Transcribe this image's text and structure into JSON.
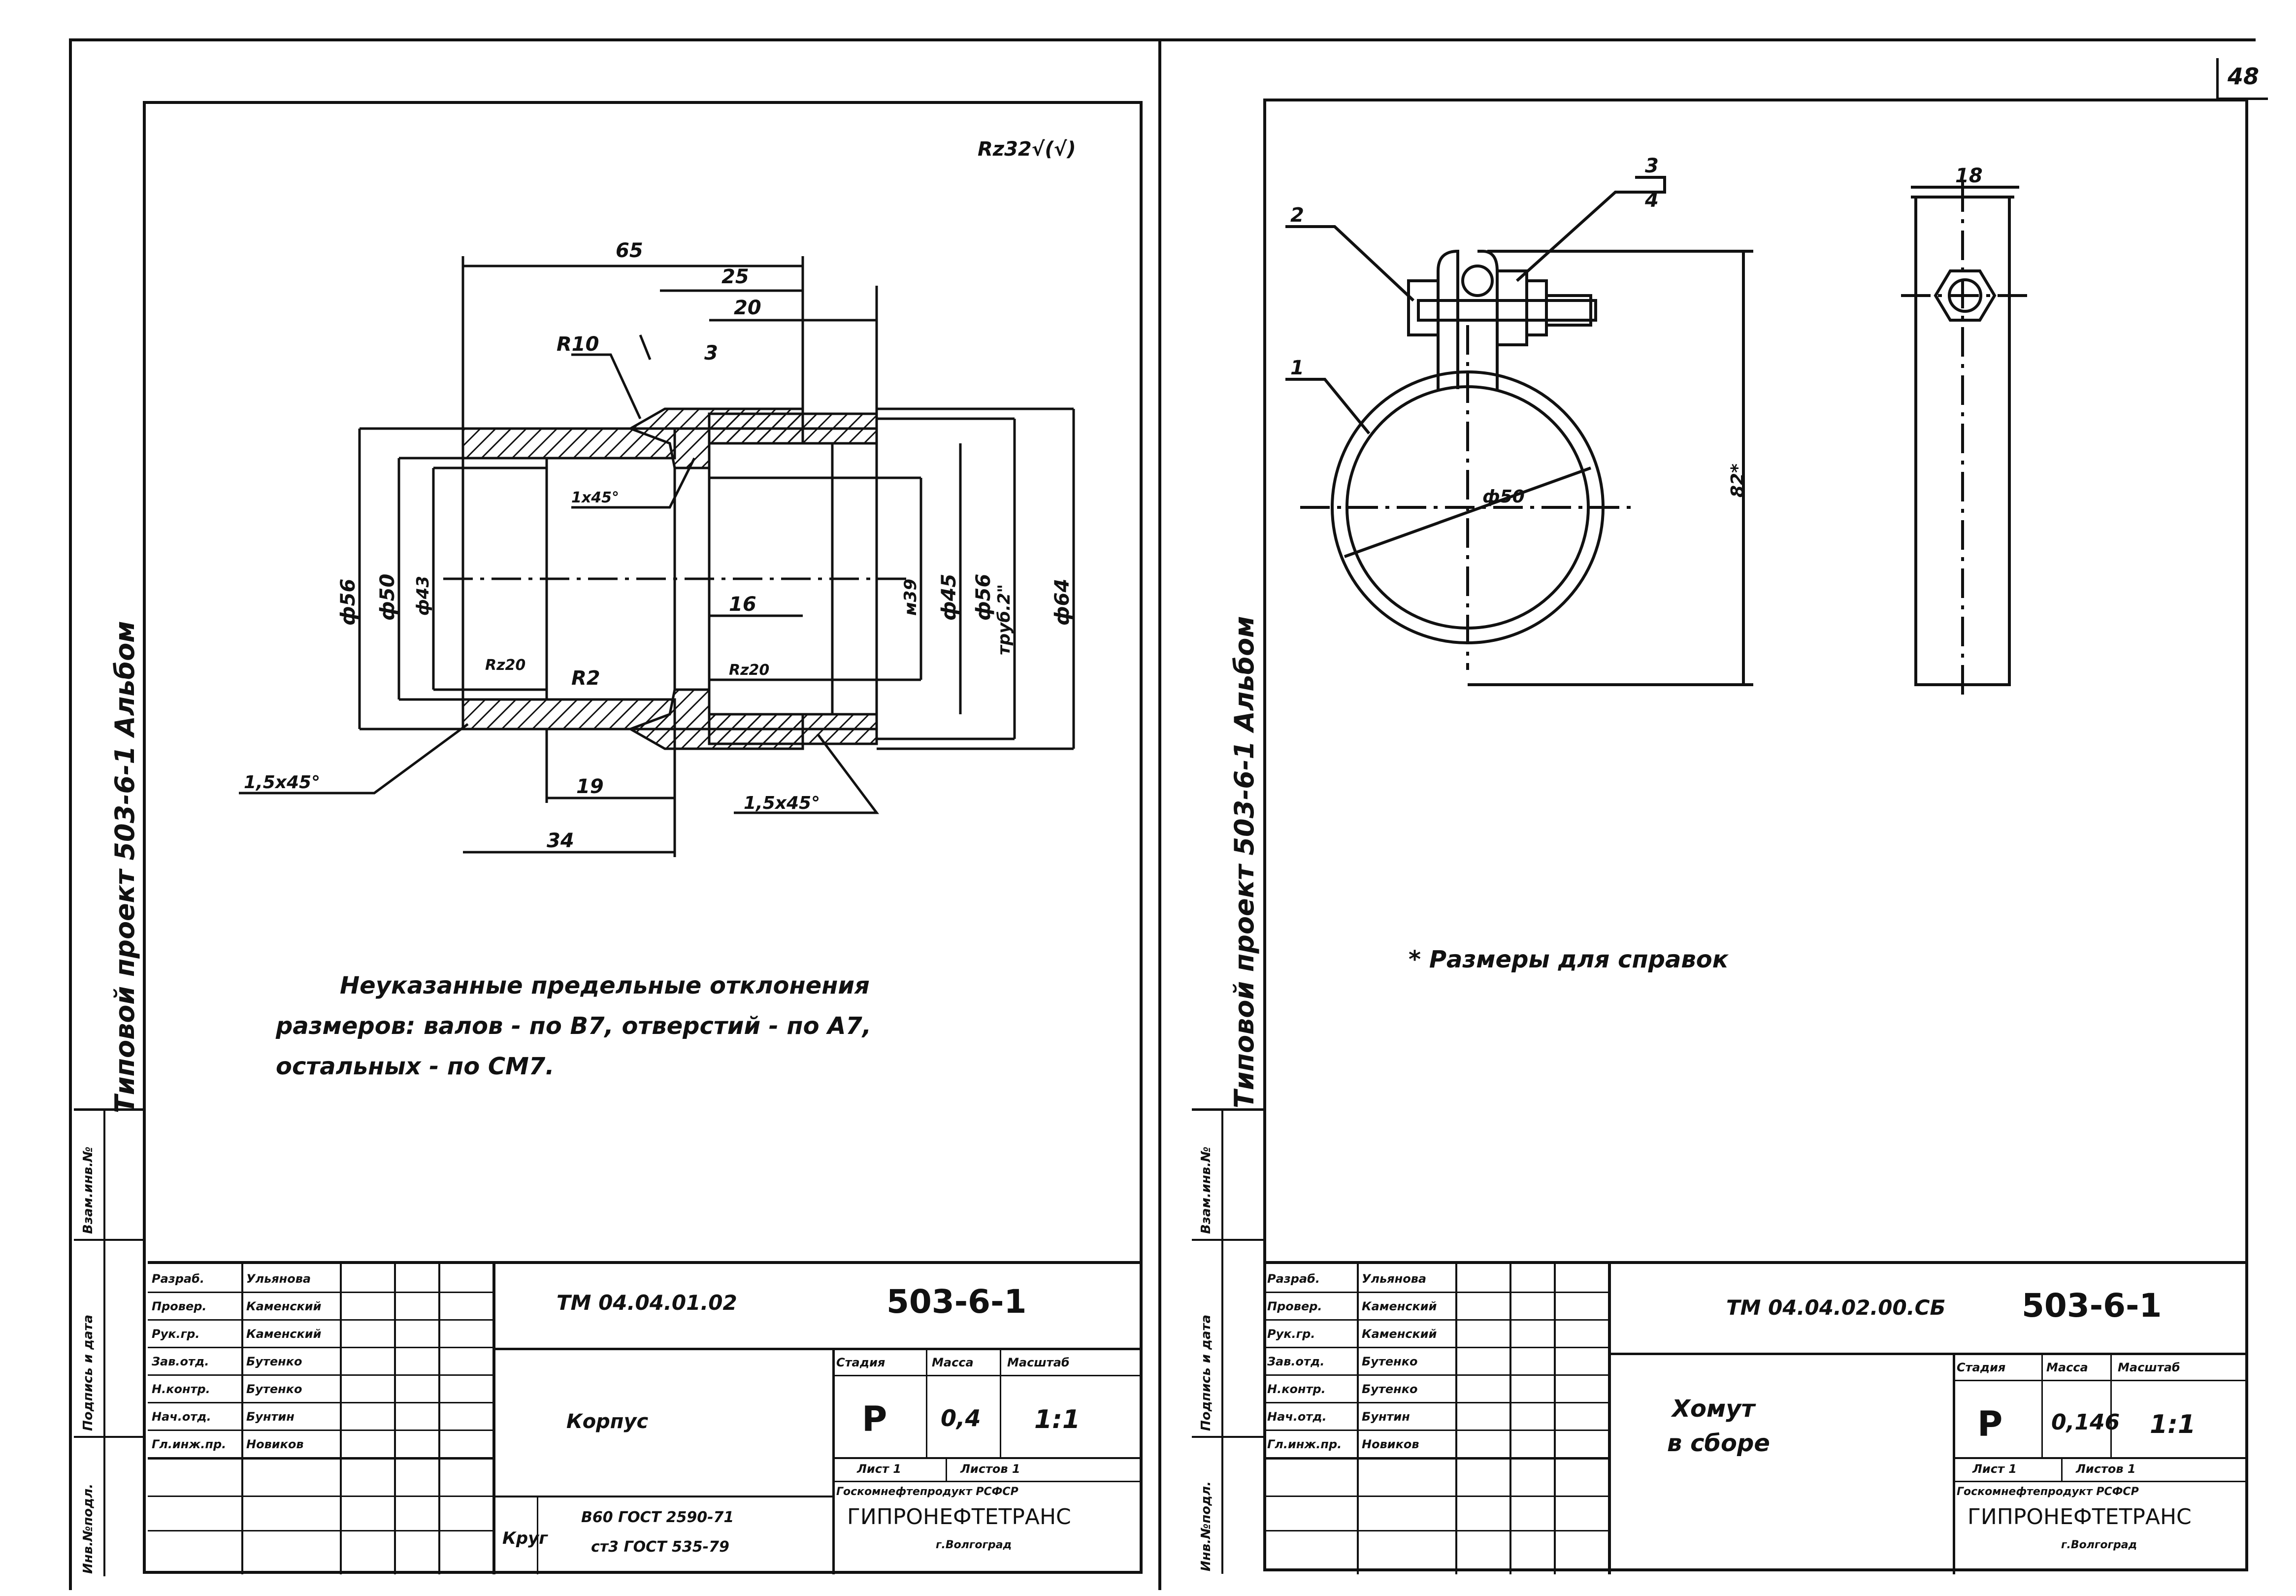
{
  "page_number": "48",
  "left_sheet": {
    "side_label": "Типовой проект 503-6-1 Альбом",
    "stamp_labels": [
      "Взам.инв.№",
      "Подпись и дата",
      "Инв.№подл."
    ],
    "roughness": "Rz32",
    "dimensions": {
      "d65": "65",
      "d25": "25",
      "d20": "20",
      "d3": "3",
      "r10": "R10",
      "chamfer1": "1х45°",
      "phi56a": "ф56",
      "phi50": "ф50",
      "phi43": "ф43",
      "m39": "м39",
      "phi45": "ф45",
      "phi56b": "ф56",
      "thread": "труб.2\"",
      "phi64": "ф64",
      "d16": "16",
      "rz20a": "Rz20",
      "r2": "R2",
      "rz20b": "Rz20",
      "chamfer15a": "1,5х45°",
      "chamfer15b": "1,5х45°",
      "d19": "19",
      "d34": "34"
    },
    "note_lines": [
      "Неуказанные предельные отклонения",
      "размеров: валов - по В7, отверстий - по А7,",
      "остальных - по СМ7."
    ],
    "title_block": {
      "roles": [
        "Разраб.",
        "Провер.",
        "Рук.гр.",
        "Зав.отд.",
        "Н.контр.",
        "Нач.отд.",
        "Гл.инж.пр."
      ],
      "names": [
        "Ульянова",
        "Каменский",
        "Каменский",
        "Бутенко",
        "Бутенко",
        "Бунтин",
        "Новиков"
      ],
      "doc_code": "ТМ 04.04.01.02",
      "project": "503-6-1",
      "part_name": "Корпус",
      "stage_label": "Стадия",
      "mass_label": "Масса",
      "scale_label": "Масштаб",
      "stage": "Р",
      "mass": "0,4",
      "scale": "1:1",
      "sheet": "Лист 1",
      "sheets": "Листов 1",
      "material_label": "Круг",
      "material_line1": "В60 ГОСТ 2590-71",
      "material_line2": "ст3 ГОСТ 535-79",
      "org_line1": "Госкомнефтепродукт РСФСР",
      "org_line2": "ГИПРОНЕФТЕТРАНС",
      "org_line3": "г.Волгоград"
    }
  },
  "right_sheet": {
    "side_label": "Типовой проект 503-6-1 Альбом",
    "stamp_labels": [
      "Взам.инв.№",
      "Подпись и дата",
      "Инв.№подл."
    ],
    "callouts": {
      "c1": "1",
      "c2": "2",
      "c3": "3",
      "c4": "4"
    },
    "dimensions": {
      "phi50": "ф50",
      "d82": "82*",
      "d18": "18"
    },
    "note": "* Размеры для справок",
    "title_block": {
      "roles": [
        "Разраб.",
        "Провер.",
        "Рук.гр.",
        "Зав.отд.",
        "Н.контр.",
        "Нач.отд.",
        "Гл.инж.пр."
      ],
      "names": [
        "Ульянова",
        "Каменский",
        "Каменский",
        "Бутенко",
        "Бутенко",
        "Бунтин",
        "Новиков"
      ],
      "doc_code": "ТМ 04.04.02.00.СБ",
      "project": "503-6-1",
      "part_name_line1": "Хомут",
      "part_name_line2": "в сборе",
      "stage_label": "Стадия",
      "mass_label": "Масса",
      "scale_label": "Масштаб",
      "stage": "Р",
      "mass": "0,146",
      "scale": "1:1",
      "sheet": "Лист 1",
      "sheets": "Листов 1",
      "org_line1": "Госкомнефтепродукт РСФСР",
      "org_line2": "ГИПРОНЕФТЕТРАНС",
      "org_line3": "г.Волгоград"
    }
  }
}
